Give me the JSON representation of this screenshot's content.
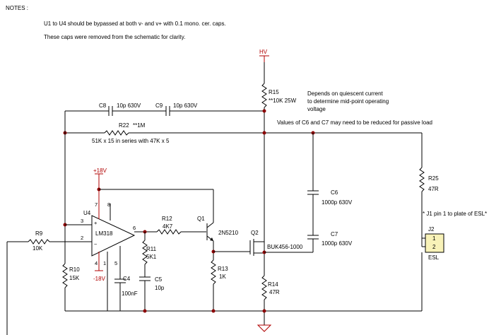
{
  "notes": {
    "heading": "NOTES :",
    "line1": "U1 to U4 should be bypassed at both v- and v+ with 0.1 mono. cer. caps.",
    "line2": "These caps were removed from  the schematic for clarity."
  },
  "annotations": {
    "r15_note_1": "Depends on quiescent current",
    "r15_note_2": "to determine mid-point operating",
    "r15_note_3": "voltage",
    "c6c7_note": "Values of C6 and C7 may need to be reduced for passive load",
    "r22_note": "51K x 15 in series with 47K x 5",
    "j2_note": "* J1 pin 1 to plate of ESL*"
  },
  "power": {
    "hv": "HV",
    "vpos": "+18V",
    "vneg": "-18V"
  },
  "components": {
    "R15": {
      "ref": "R15",
      "value": "**10K 25W"
    },
    "C8": {
      "ref": "C8",
      "value": "10p 630V"
    },
    "C9": {
      "ref": "C9",
      "value": "10p 630V"
    },
    "R22": {
      "ref": "R22",
      "value": "**1M"
    },
    "R25": {
      "ref": "R25",
      "value": "47R"
    },
    "C6": {
      "ref": "C6",
      "value": "1000p 630V"
    },
    "C7": {
      "ref": "C7",
      "value": "1000p 630V"
    },
    "U4": {
      "ref": "U4",
      "part": "LM318"
    },
    "R9": {
      "ref": "R9",
      "value": "10K"
    },
    "R10": {
      "ref": "R10",
      "value": "15K"
    },
    "R12": {
      "ref": "R12",
      "value": "4K7"
    },
    "R11": {
      "ref": "R11",
      "value": "5K1"
    },
    "Q1": {
      "ref": "Q1",
      "part": "2N5210"
    },
    "Q2": {
      "ref": "Q2",
      "part": "BUK456-1000"
    },
    "R13": {
      "ref": "R13",
      "value": "1K"
    },
    "R14": {
      "ref": "R14",
      "value": "47R"
    },
    "C4": {
      "ref": "C4",
      "value": "100nF"
    },
    "C5": {
      "ref": "C5",
      "value": "10p"
    },
    "J2": {
      "ref": "J2",
      "label": "ESL",
      "pin1": "1",
      "pin2": "2"
    }
  },
  "pins": {
    "u4_3": "3",
    "u4_2": "2",
    "u4_6": "6",
    "u4_7": "7",
    "u4_8": "8",
    "u4_4": "4",
    "u4_1": "1",
    "u4_5": "5"
  }
}
